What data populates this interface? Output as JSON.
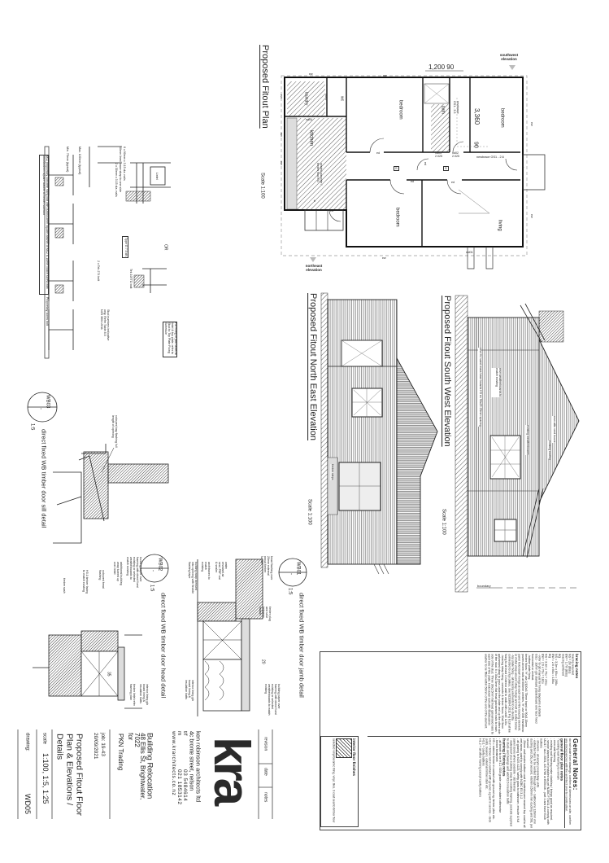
{
  "floor_plan": {
    "title": "Proposed Fitout Plan",
    "scale": "Scale 1:100",
    "dim_width": "1,200",
    "dim_width_90": "90",
    "dim_depth": "3,360",
    "dim_depth_90": "90",
    "southwest_marker": "southwest elevation",
    "northeast_marker": "northeast elevation",
    "rooms": {
      "laundry": "laundry",
      "wc": "wc",
      "kitchen": "kitchen",
      "bath": "bath",
      "bedroom": "bedroom",
      "living": "living"
    },
    "newbrace_1": "newbrace GS1 - 3.3",
    "newbrace_2": "newbrace GS1 - 2.6",
    "doors": {
      "nd01": "nd01",
      "nd02": "nd02",
      "nd03": "nd03",
      "nd04": "nd04",
      "nd05": "nd05",
      "height": "2.025",
      "ed": "ed"
    },
    "wall_tag": "ew",
    "smoke_symbol": "S",
    "fridge": "fr",
    "floor_note": "sealed concrete / timber floor FG"
  },
  "sw_elevation": {
    "title": "Proposed Fitout South West Elevation",
    "scale": "Scale 1:100",
    "new_weatherboards": "new weatherboards to match existing",
    "base_boards": "new H4 sand mass base boards H3 ex 90x25 25mm spacing",
    "existing_weatherboards": "existing weatherboards",
    "vent": "new attic vent louvre",
    "existing_roofing": "existing roofing",
    "boundary": "boundary"
  },
  "ne_elevation": {
    "title": "Proposed Fitout North East Elevation",
    "scale": "Scale 1:100",
    "steps": "timber steps"
  },
  "framing_details": {
    "labels": [
      "6 x 90mm x 3.15 dia. nails",
      "40mm lined brace strap to one side",
      "2 x 30mm x 3.15 dia. nails",
      "Lintel",
      "OR",
      "Type G 7.5 kN",
      "Tek 10TTD bolt",
      "For fixing of jack studs to lintel & top plate, refer to Stud to Top Plate Fixing Schedule",
      "Max. 100mm (typical)",
      "Min. 75mm (typical)",
      "2 x Tek 274 bolt",
      "Stud numbers indicative only. Refer Table 8.5 NZS 3604:2011",
      "Proprietary screw bolt",
      "M12 proprietary concrete fixing bolt with 50x50x3mm square washer or M12 & 10mm coach screw with 50x50x3mm square washer to timber subfloor"
    ]
  },
  "wb01": {
    "tag": "WB01",
    "sheet": "-",
    "scale": "1:5",
    "title": "direct fixed WB timber door jamb detail",
    "labels": [
      "head flashing over 20mm external proud timber scribe",
      "water resistant air seal, PEF rod & sealer",
      "architraves to match existing",
      "building wrap dressed into opening with flexible flashing tape",
      "timber plug and seal between boards",
      "20",
      "building paper over framing with direct fixed existing or selected weatherboards to match existing",
      "interior lining gib board lining & insulation batts"
    ]
  },
  "wb02": {
    "tag": "WB02",
    "sheet": "-",
    "scale": "1:5",
    "title": "direct fixed WB timber door head detail",
    "labels": [
      "building paper over framing with direct fixed existing or selected weatherboards to match existing",
      "additional building wrap turned up over lintel",
      "coloured head flashing",
      "H3.1 timber facing to match existing",
      "timber sash",
      "35",
      "timber lintel refer framing plan",
      "interior lining gib board lining & insulation batts"
    ]
  },
  "wb03": {
    "tag": "WB03",
    "sheet": "-",
    "scale": "1:5",
    "title": "direct fixed WB timber door sill detail",
    "labels": [
      "coloured bay flashing full length of opening"
    ]
  },
  "notes": {
    "general_heading": "General Notes:",
    "general_text": "do not scale from drawings, confirm all dimensions on site, confirm any discrepancies with the architect prior to construction.",
    "floor_plan_heading": "general floor plan notes",
    "floor_plan_notes": [
      "- existing wall framing to remain",
      "- new wall framing",
      "- existing wall framing make cladding / linings good as required.",
      "- smoke alarms to be installed as per NZBC F7/AS1 & comply with UL217, ULC-S531, AS 3786 or BS5446 - part 1 and have hush buttons",
      "- showers - all acrylic proprietary units",
      "- extractor fans to be vented through roof - bathrooms 120mm min ducting and 25L per second, kitchen 150mm min ducting and 50L per second",
      "- 20mm wall sealer bottom coat & waterbourne enamel top coat to all wet areas, paint to comply with NZBC E3 3.1.2",
      "- all glazing to NZS 4223, safety glass to bathroom, ensuite & full panel doors where possible - std thermal",
      "- waterproof plus building wrap to existing framing, pockets supplied to studs and dwangs and add R2.6 insulation batts"
    ],
    "framing_heading": "framing / fixing notes",
    "framing_notes": [
      "- all timber to be H1.2 SG8 grade unless stated otherwise",
      "- timber treatment:",
      "H5 = exterior timber in contact with ground eg. timber piles etc.",
      "H3.2 = timber not in contact with ground, eg wet in service - deck joists, bearers, external timber stair etc.",
      "H3.1 = cavity battens",
      "H1.2 = all other framing except cavity battens"
    ],
    "bracing_heading": "bracing notes",
    "bracing_notes": [
      "bracing required",
      "NS = 2m (BUs)",
      "EW = 1.7m (BUs)",
      "bracing achieved",
      "EQ",
      "NS = 3.3m x 60u = 198u",
      "EW = 2.6 x 60u = 156u",
      "EQ",
      "NS = 3.3m x 70u = 231u",
      "EW = 2.6 x 70u = 182u",
      "- refer to gib manual for fixing diagrams & details",
      "GS1 - 10mm gib standard plasterboard one face fixed horizontal or vertical.",
      "- bottom plate fixing",
      "timber floors: 'H' use 2/100x3.75mm hand or 90x3.15mm power-driven nails at 600mm centres, 'H' use GIB Handibrac panel hold-down fixings at each end of the bracing element, or metal wrap-around strap fixings and bolt as noted below.",
      "- top plate fixing - all bracing elements to be directly connected to a top plates, see NZS3604:2011 Fig 8.18 at tee fixing to at least 1 exterior wall to walls with under 120u",
      "- bracing strap fixing - concrete & timber floors: 30x0.9mm galvanised strap to pass under the plate and up the other side of the stud. 6 x 30x2.5mm flat head galvanised nails to each side of the stud. Three 30x2.5mm fiat head galvanised nails to each side of the plate. Hold down bolt with 50x50x3mm washer to be fitted within 50mm of the end of the element."
    ],
    "floor_finishes_heading": "interior floor finishes",
    "floor_finishes_text": "selected vinyl/ceramic tiling, vinyl, tiles, 3 coat seal to timber floor"
  },
  "title_block": {
    "revision": "revision",
    "date": "date",
    "notes": "notes",
    "logo": "kra",
    "firm": "ken robinson architects ltd",
    "address": "4c bronte street, nelson",
    "phone_label": "t/f",
    "phone": "03 5484614",
    "mobile_label": "m",
    "mobile": "021 1853142",
    "website": "www.krarchitects.co.nz",
    "project": "Building Relocation",
    "site_line1": "48 Ellis St, Brightwater,",
    "site_line2": "7022",
    "for_label": "for",
    "client": "PKN Trading",
    "job": "job: 19-43",
    "date_value": "20/09/2021",
    "sheet_title_1": "Proposed Fitout Floor",
    "sheet_title_2": "Plan & Elevations /",
    "sheet_title_3": "Details",
    "scale_label": "scale",
    "scale_value": "1:100, 1:5, 1:25",
    "drawing_label": "drawing:",
    "drawing_value": "WD05"
  }
}
